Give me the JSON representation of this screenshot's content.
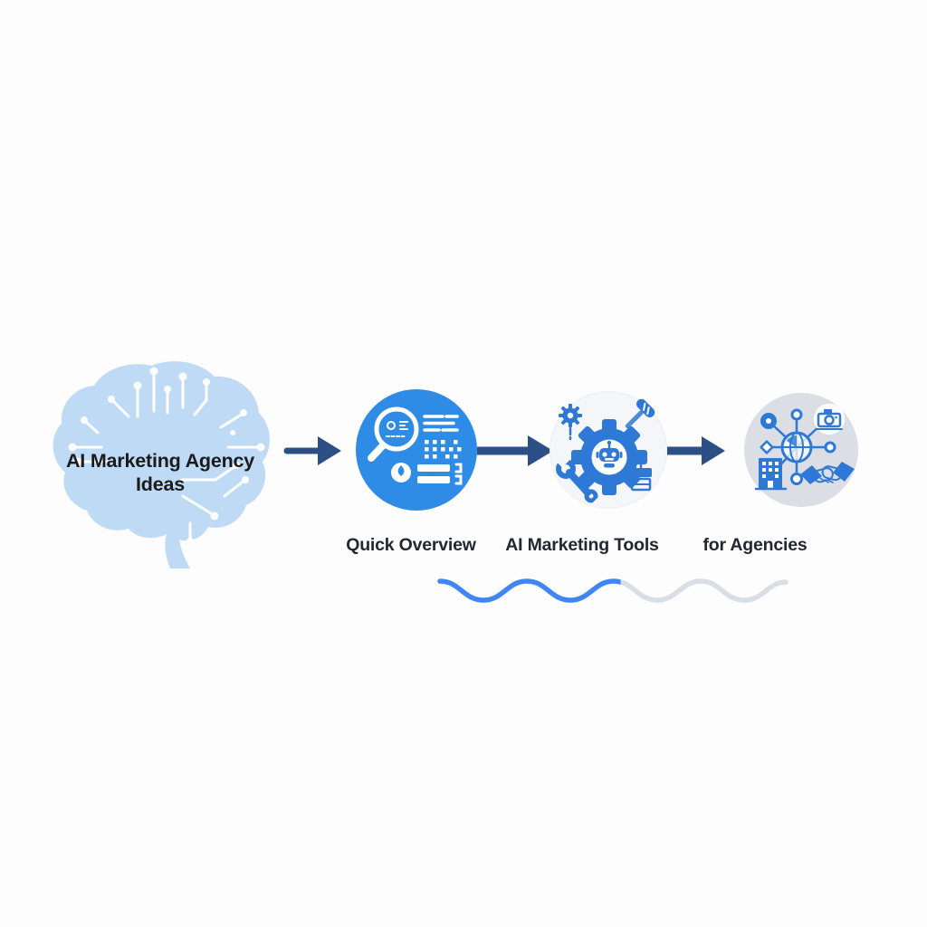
{
  "title": {
    "line1": "AI Marketing Agency",
    "line2": "Ideas"
  },
  "steps": [
    {
      "label": "Quick Overview",
      "icon": "search-analytics-icon"
    },
    {
      "label": "AI Marketing Tools",
      "icon": "robot-gear-tools-icon"
    },
    {
      "label": "for Agencies",
      "icon": "network-building-handshake-icon"
    }
  ],
  "decor": {
    "brain_icon": "circuit-brain-icon",
    "connector_icon": "right-arrow-icon",
    "underline_icon": "wavy-line"
  },
  "colors": {
    "background": "#fdfdfe",
    "brain_fill": "#BEDAF4",
    "circuit_line": "#ffffff",
    "title_text": "#1b1b1b",
    "label_text": "#23272F",
    "arrow": "#2C4F85",
    "step1_bg": "#2E8BE6",
    "step1_icon": "#ffffff",
    "step2_bg": "#F4F6FA",
    "step2_icon": "#2E79D6",
    "step3_bg": "#DBDFE5",
    "step3_icon": "#2E79D6",
    "wave_blue": "#3F86F2",
    "wave_gray": "#D9DEE4"
  }
}
